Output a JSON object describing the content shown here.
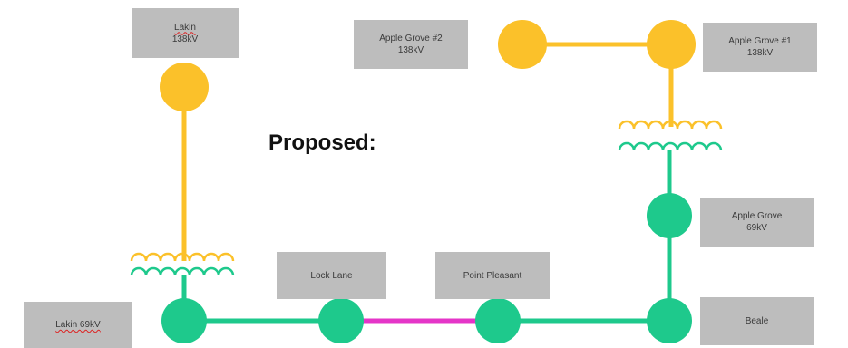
{
  "title": "Proposed:",
  "colors": {
    "kv138": "#fbc12a",
    "kv69": "#1ec98c",
    "proposed_line": "#e535c8",
    "label_bg": "#bdbdbd"
  },
  "labels": {
    "lakin_138": [
      "Lakin",
      "138kV"
    ],
    "apple_grove_2": [
      "Apple Grove #2",
      "138kV"
    ],
    "apple_grove_1": [
      "Apple Grove #1",
      "138kV"
    ],
    "apple_grove_69": [
      "Apple Grove",
      "69kV"
    ],
    "lock_lane": "Lock Lane",
    "point_pleasant": "Point Pleasant",
    "lakin_69": "Lakin 69kV",
    "beale": "Beale"
  }
}
